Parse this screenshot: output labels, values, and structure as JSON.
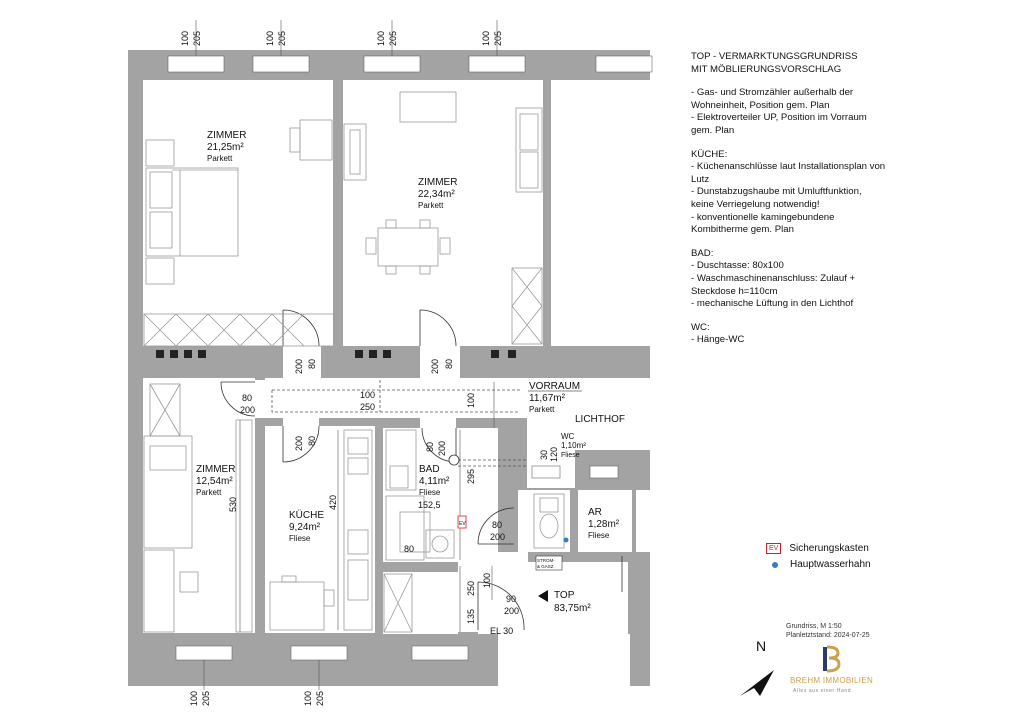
{
  "rooms": {
    "zimmer1": {
      "name": "ZIMMER",
      "area": "21,25m²",
      "floor": "Parkett"
    },
    "zimmer2": {
      "name": "ZIMMER",
      "area": "22,34m²",
      "floor": "Parkett"
    },
    "zimmer3": {
      "name": "ZIMMER",
      "area": "12,54m²",
      "floor": "Parkett"
    },
    "vorraum": {
      "name": "VORRAUM",
      "area": "11,67m²",
      "floor": "Parkett"
    },
    "lichthof": {
      "name": "LICHTHOF"
    },
    "kueche": {
      "name": "KÜCHE",
      "area": "9,24m²",
      "floor": "Fliese"
    },
    "bad": {
      "name": "BAD",
      "area": "4,11m²",
      "floor": "Fliese"
    },
    "wc": {
      "name": "WC",
      "area": "1,10m²",
      "floor": "Fliese"
    },
    "ar": {
      "name": "AR",
      "area": "1,28m²",
      "floor": "Fliese"
    },
    "top": {
      "name": "TOP",
      "area": "83,75m²"
    }
  },
  "windows": {
    "a": "100",
    "b": "205"
  },
  "doors": {
    "z1": {
      "w": "80",
      "h": "200"
    },
    "z2": {
      "w": "80",
      "h": "200"
    },
    "z3": {
      "w": "80",
      "h": "200"
    },
    "passage": {
      "w": "100",
      "h": "250"
    },
    "kueche": {
      "w": "80",
      "h": "200"
    },
    "bad": {
      "w": "80",
      "h": "200"
    },
    "wc": {
      "w": "30",
      "h": "120"
    },
    "ar": {
      "w": "80",
      "h": "200"
    },
    "entry": {
      "w": "90",
      "h": "200"
    }
  },
  "dims": {
    "d530": "530",
    "d420": "420",
    "d295": "295",
    "d100a": "100",
    "d100b": "100",
    "d250": "250",
    "d135": "135",
    "d152": "152,5",
    "d80": "80",
    "el": "EL 30"
  },
  "tags": {
    "strom": "STROM-",
    "gasz": "& GASZ",
    "ev": "EV"
  },
  "notes": {
    "title": "TOP      - VERMARKTUNGSGRUNDRISS\nMIT MÖBLIERUNGSVORSCHLAG",
    "general": "- Gas- und Stromzähler außerhalb der\nWohneinheit, Position gem. Plan\n- Elektroverteiler UP, Position im Vorraum\ngem. Plan",
    "kueche": "KÜCHE:\n- Küchenanschlüsse laut Installationsplan von\nLutz\n- Dunstabzugshaube mit Umluftfunktion,\nkeine Verriegelung notwendig!\n- konventionelle kamingebundene\nKombitherme gem. Plan",
    "bad": "BAD:\n- Duschtasse: 80x100\n- Waschmaschinenanschluss: Zulauf  +\nSteckdose  h=110cm\n- mechanische Lüftung in den Lichthof",
    "wc": "WC:\n- Hänge-WC"
  },
  "legend": {
    "ev_label": "Sicherungskasten",
    "water_label": "Hauptwasserhahn"
  },
  "footer": {
    "scale": "Grundriss, M 1:50",
    "date": "Planletztstand: 2024-07-25",
    "north": "N",
    "logo_word": "BREHM IMMOBILIEN",
    "logo_tag": "Alles aus einer Hand"
  },
  "colors": {
    "wall": "#a3a3a3",
    "ev": "#d02020",
    "water": "#3a78c8",
    "logo": "#c9a24b"
  }
}
